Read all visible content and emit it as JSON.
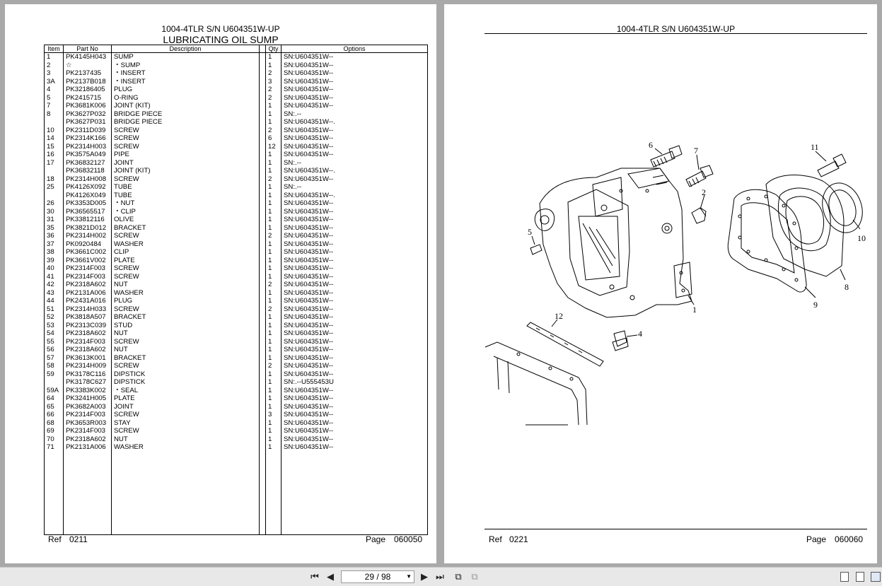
{
  "left_page": {
    "header": "1004-4TLR S/N U604351W-UP",
    "title": "LUBRICATING OIL SUMP",
    "columns": [
      "Item",
      "Part No",
      "Description",
      "",
      "Qty",
      "Options"
    ],
    "rows": [
      [
        "1",
        "PK4145H043",
        "SUMP",
        "1",
        "SN:U604351W--"
      ],
      [
        "2",
        "☆",
        "・SUMP",
        "1",
        "SN:U604351W--"
      ],
      [
        "3",
        "PK2137435",
        "・INSERT",
        "2",
        "SN:U604351W--"
      ],
      [
        "3A",
        "PK2137B018",
        "・INSERT",
        "3",
        "SN:U604351W--"
      ],
      [
        "4",
        "PK32186405",
        "PLUG",
        "2",
        "SN:U604351W--"
      ],
      [
        "5",
        "PK2415715",
        "O-RING",
        "2",
        "SN:U604351W--"
      ],
      [
        "7",
        "PK3681K006",
        "JOINT (KIT)",
        "1",
        "SN:U604351W--"
      ],
      [
        "8",
        "PK3627P032",
        "BRIDGE PIECE",
        "1",
        "SN:.--"
      ],
      [
        "",
        "PK3627P031",
        "BRIDGE PIECE",
        "1",
        "SN:U604351W--."
      ],
      [
        "10",
        "PK2311D039",
        "SCREW",
        "2",
        "SN:U604351W--"
      ],
      [
        "14",
        "PK2314K166",
        "SCREW",
        "6",
        "SN:U604351W--"
      ],
      [
        "15",
        "PK2314H003",
        "SCREW",
        "12",
        "SN:U604351W--"
      ],
      [
        "16",
        "PK3575A049",
        "PIPE",
        "1",
        "SN:U604351W--"
      ],
      [
        "17",
        "PK36832127",
        "JOINT",
        "1",
        "SN:.--"
      ],
      [
        "",
        "PK36832118",
        "JOINT (KIT)",
        "1",
        "SN:U604351W--."
      ],
      [
        "18",
        "PK2314H008",
        "SCREW",
        "2",
        "SN:U604351W--"
      ],
      [
        "25",
        "PK4126X092",
        "TUBE",
        "1",
        "SN:.--"
      ],
      [
        "",
        "PK4126X049",
        "TUBE",
        "1",
        "SN:U604351W--."
      ],
      [
        "26",
        "PK3353D005",
        "・NUT",
        "1",
        "SN:U604351W--"
      ],
      [
        "30",
        "PK36565517",
        "・CLIP",
        "1",
        "SN:U604351W--"
      ],
      [
        "31",
        "PK33812116",
        "OLIVE",
        "1",
        "SN:U604351W--"
      ],
      [
        "35",
        "PK3821D012",
        "BRACKET",
        "1",
        "SN:U604351W--"
      ],
      [
        "36",
        "PK2314H002",
        "SCREW",
        "2",
        "SN:U604351W--"
      ],
      [
        "37",
        "PK0920484",
        "WASHER",
        "1",
        "SN:U604351W--"
      ],
      [
        "38",
        "PK3661C002",
        "CLIP",
        "1",
        "SN:U604351W--"
      ],
      [
        "39",
        "PK3661V002",
        "PLATE",
        "1",
        "SN:U604351W--"
      ],
      [
        "40",
        "PK2314F003",
        "SCREW",
        "1",
        "SN:U604351W--"
      ],
      [
        "41",
        "PK2314F003",
        "SCREW",
        "1",
        "SN:U604351W--"
      ],
      [
        "42",
        "PK2318A602",
        "NUT",
        "2",
        "SN:U604351W--"
      ],
      [
        "43",
        "PK2131A006",
        "WASHER",
        "1",
        "SN:U604351W--"
      ],
      [
        "44",
        "PK2431A016",
        "PLUG",
        "1",
        "SN:U604351W--"
      ],
      [
        "51",
        "PK2314H033",
        "SCREW",
        "2",
        "SN:U604351W--"
      ],
      [
        "52",
        "PK3818A507",
        "BRACKET",
        "1",
        "SN:U604351W--"
      ],
      [
        "53",
        "PK2313C039",
        "STUD",
        "1",
        "SN:U604351W--"
      ],
      [
        "54",
        "PK2318A602",
        "NUT",
        "1",
        "SN:U604351W--"
      ],
      [
        "55",
        "PK2314F003",
        "SCREW",
        "1",
        "SN:U604351W--"
      ],
      [
        "56",
        "PK2318A602",
        "NUT",
        "1",
        "SN:U604351W--"
      ],
      [
        "57",
        "PK3613K001",
        "BRACKET",
        "1",
        "SN:U604351W--"
      ],
      [
        "58",
        "PK2314H009",
        "SCREW",
        "2",
        "SN:U604351W--"
      ],
      [
        "59",
        "PK3178C116",
        "DIPSTICK",
        "1",
        "SN:U604351W--"
      ],
      [
        "",
        "PK3178C627",
        "DIPSTICK",
        "1",
        "SN:.--U555453U"
      ],
      [
        "59A",
        "PK3383K002",
        "・SEAL",
        "1",
        "SN:U604351W--"
      ],
      [
        "64",
        "PK3241H005",
        "PLATE",
        "1",
        "SN:U604351W--"
      ],
      [
        "65",
        "PK3682A003",
        "JOINT",
        "1",
        "SN:U604351W--"
      ],
      [
        "66",
        "PK2314F003",
        "SCREW",
        "3",
        "SN:U604351W--"
      ],
      [
        "68",
        "PK3653R003",
        "STAY",
        "1",
        "SN:U604351W--"
      ],
      [
        "69",
        "PK2314F003",
        "SCREW",
        "1",
        "SN:U604351W--"
      ],
      [
        "70",
        "PK2318A602",
        "NUT",
        "1",
        "SN:U604351W--"
      ],
      [
        "71",
        "PK2131A006",
        "WASHER",
        "1",
        "SN:U604351W--"
      ]
    ],
    "ref_label": "Ref",
    "ref_value": "0211",
    "page_label": "Page",
    "page_value": "060050"
  },
  "right_page": {
    "header": "1004-4TLR S/N U604351W-UP",
    "callouts": [
      "6",
      "7",
      "2",
      "11",
      "5",
      "10",
      "8",
      "9",
      "1",
      "12",
      "4"
    ],
    "ref_label": "Ref",
    "ref_value": "0221",
    "page_label": "Page",
    "page_value": "060060"
  },
  "toolbar": {
    "page_indicator": "29 / 98",
    "icons": [
      "first-page-icon",
      "prev-page-icon",
      "next-page-icon",
      "last-page-icon",
      "fit-page-icon",
      "fit-width-icon",
      "single-page-icon",
      "continuous-page-icon",
      "facing-page-icon"
    ]
  }
}
